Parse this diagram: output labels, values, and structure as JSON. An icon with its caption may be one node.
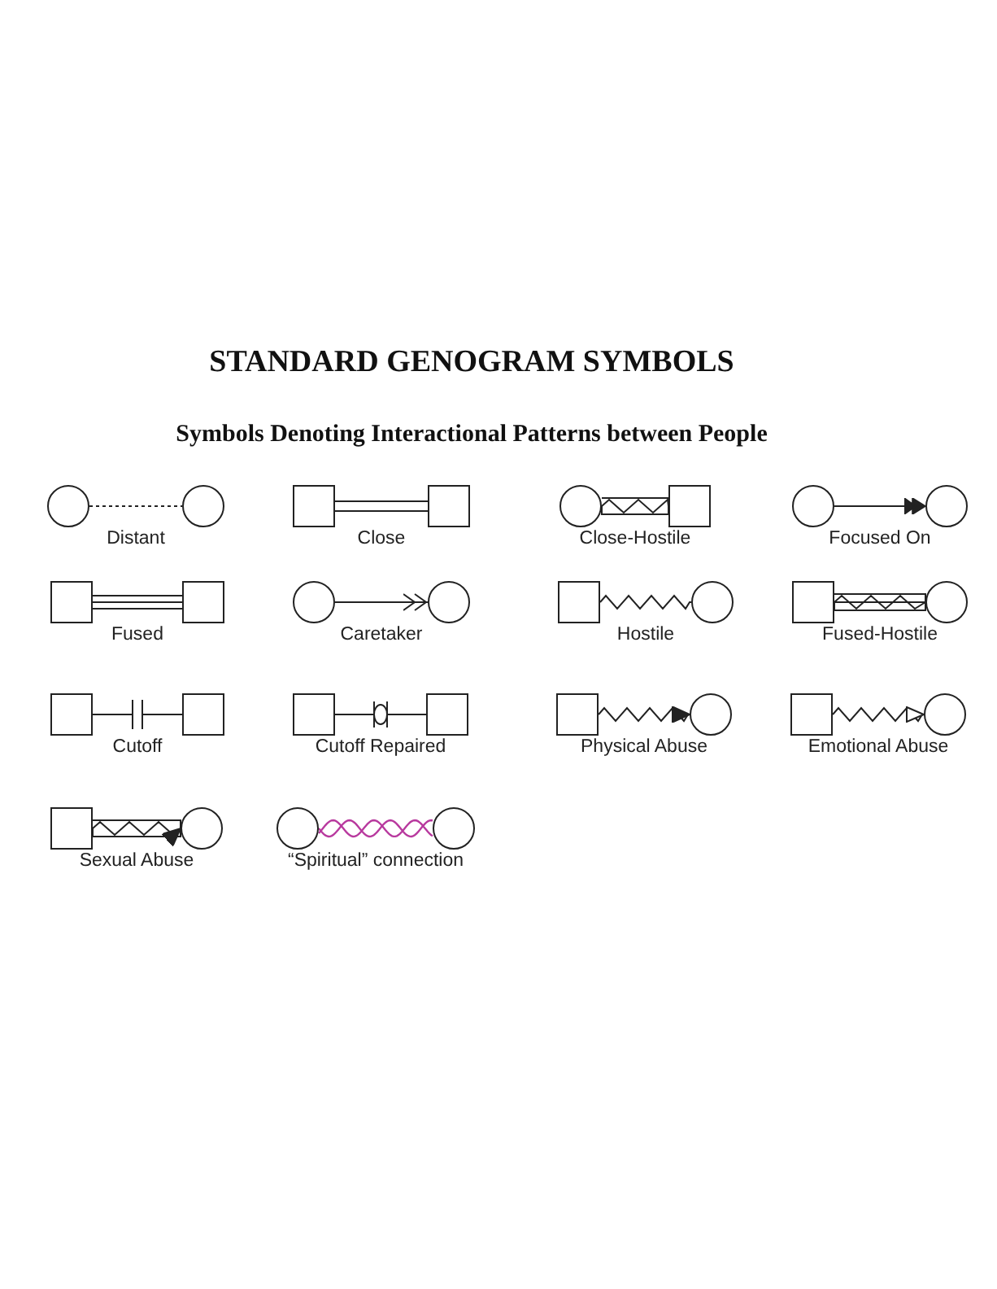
{
  "diagram": {
    "title": "STANDARD GENOGRAM SYMBOLS",
    "nodes": [
      {
        "text": [],
        "shape": "circle"
      },
      {
        "text": [],
        "shape": "circle"
      },
      {
        "text": [],
        "shape": "box"
      },
      {
        "text": [],
        "shape": "box"
      },
      {
        "text": [],
        "shape": "circle"
      },
      {
        "text": [],
        "shape": "box"
      },
      {
        "text": [],
        "shape": "circle"
      },
      {
        "text": [],
        "shape": "circle"
      },
      {
        "text": [],
        "shape": "box"
      },
      {
        "text": [],
        "shape": "box"
      },
      {
        "text": [],
        "shape": "circle"
      },
      {
        "text": [],
        "shape": "circle"
      },
      {
        "text": [],
        "shape": "box"
      },
      {
        "text": [],
        "shape": "circle"
      },
      {
        "text": [],
        "shape": "box"
      },
      {
        "text": [],
        "shape": "circle"
      },
      {
        "text": [],
        "shape": "box"
      },
      {
        "text": [],
        "shape": "box"
      },
      {
        "text": [],
        "shape": "box"
      },
      {
        "text": [],
        "shape": "box"
      },
      {
        "text": [],
        "shape": "box"
      },
      {
        "text": [],
        "shape": "circle"
      },
      {
        "text": [],
        "shape": "box"
      },
      {
        "text": [],
        "shape": "circle"
      },
      {
        "text": [],
        "shape": "box"
      },
      {
        "text": [],
        "shape": "circle"
      },
      {
        "text": [],
        "shape": "circle"
      },
      {
        "text": [],
        "shape": "circle"
      }
    ],
    "edges": [
      {
        "from": 0,
        "to": 1,
        "arrow": "none",
        "label": "Distant",
        "style": "dashed"
      },
      {
        "from": 2,
        "to": 3,
        "arrow": "none",
        "label": "Close"
      },
      {
        "from": 4,
        "to": 5,
        "arrow": "none",
        "label": "Close-Hostile"
      },
      {
        "from": 6,
        "to": 7,
        "arrow": "to",
        "label": "Focused On"
      },
      {
        "from": 8,
        "to": 9,
        "arrow": "none",
        "label": "Fused"
      },
      {
        "from": 10,
        "to": 11,
        "arrow": "to",
        "label": "Caretaker"
      },
      {
        "from": 12,
        "to": 13,
        "arrow": "none",
        "label": "Hostile"
      },
      {
        "from": 14,
        "to": 15,
        "arrow": "none",
        "label": "Fused-Hostile"
      },
      {
        "from": 16,
        "to": 17,
        "arrow": "none",
        "label": "Cutoff"
      },
      {
        "from": 18,
        "to": 19,
        "arrow": "none",
        "label": "Cutoff Repaired"
      },
      {
        "from": 20,
        "to": 21,
        "arrow": "to",
        "label": "Physical Abuse"
      },
      {
        "from": 22,
        "to": 23,
        "arrow": "to",
        "label": "Emotional Abuse"
      },
      {
        "from": 24,
        "to": 25,
        "arrow": "to",
        "label": "Sexual Abuse"
      },
      {
        "from": 26,
        "to": 27,
        "arrow": "none",
        "label": "“Spiritual” connection",
        "color": "#b8399e"
      }
    ],
    "labels": [
      "Symbols Denoting Interactional Patterns between People"
    ]
  }
}
